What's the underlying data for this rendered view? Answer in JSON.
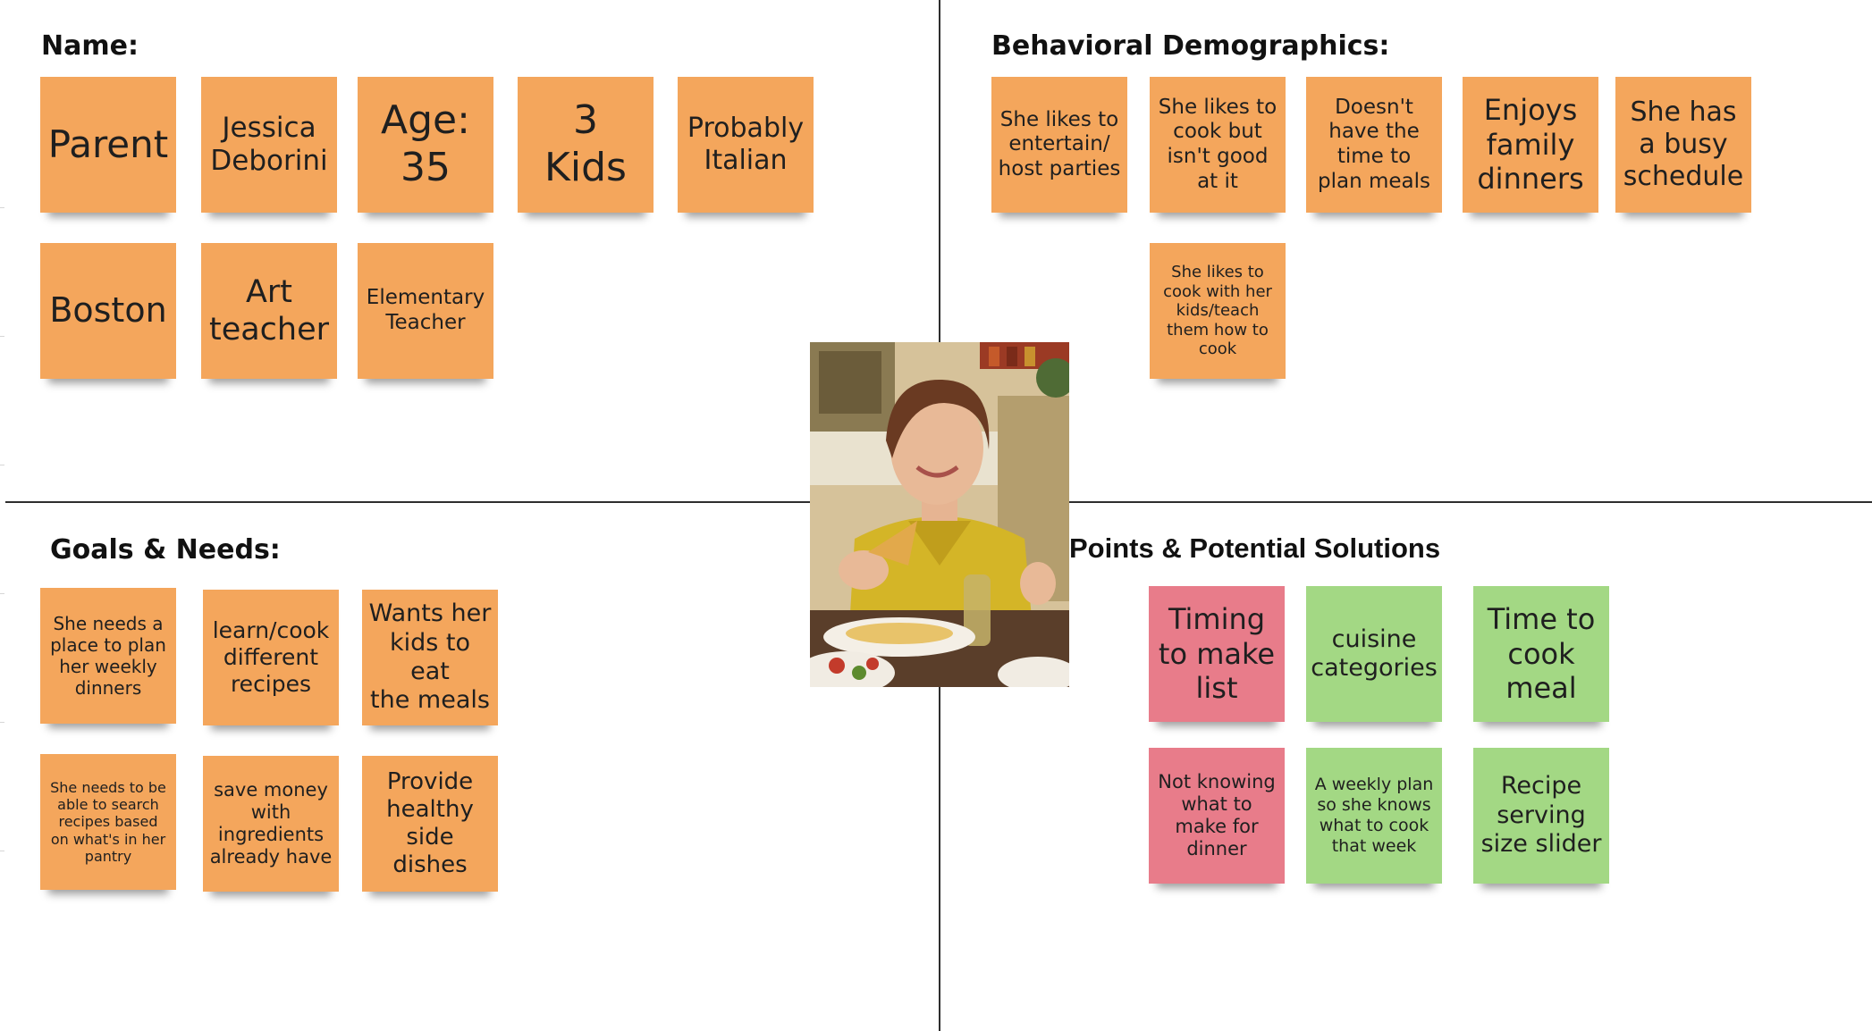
{
  "sections": {
    "name": "Name:",
    "behavioral": "Behavioral Demographics:",
    "goals": "Goals & Needs:",
    "points": "Points & Potential Solutions"
  },
  "notes": {
    "parent": "Parent",
    "jessica": "Jessica\nDeborini",
    "age": "Age:\n35",
    "kids": "3\nKids",
    "italian": "Probably\nItalian",
    "boston": "Boston",
    "art_teacher": "Art\nteacher",
    "elementary_teacher": "Elementary\nTeacher",
    "entertain": "She likes to\nentertain/\nhost parties",
    "cook_not_good": "She likes to\ncook but\nisn't good\nat it",
    "no_time": "Doesn't\nhave the\ntime to\nplan meals",
    "family_dinners": "Enjoys\nfamily\ndinners",
    "busy_schedule": "She has\na busy\nschedule",
    "cook_with_kids": "She likes to\ncook with her\nkids/teach\nthem how to\ncook",
    "plan_place": "She needs a\nplace to plan\nher weekly\ndinners",
    "learn_recipes": "learn/cook\ndifferent\nrecipes",
    "kids_eat": "Wants her\nkids to eat\nthe meals",
    "search_pantry": "She needs to be\nable to search\nrecipes based\non what's in her\npantry",
    "save_money": "save money\nwith\ningredients\nalready have",
    "healthy_sides": "Provide\nhealthy\nside dishes",
    "timing_list": "Timing\nto make\nlist",
    "cuisine_categories": "cuisine\ncategories",
    "time_to_cook": "Time to\ncook\nmeal",
    "not_knowing": "Not knowing\nwhat to\nmake for\ndinner",
    "weekly_plan": "A weekly plan\nso she knows\nwhat to cook\nthat week",
    "serving_slider": "Recipe\nserving\nsize slider"
  },
  "colors": {
    "orange": "#f4a65c",
    "red": "#e87c8a",
    "green": "#a3d884",
    "divider": "#2e2e2e"
  }
}
